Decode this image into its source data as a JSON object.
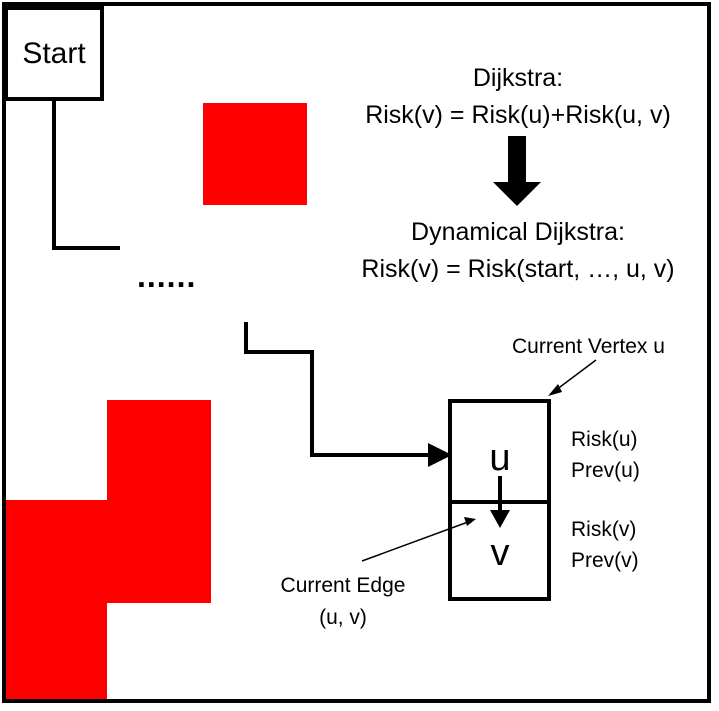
{
  "start_label": "Start",
  "ellipsis": "......",
  "dijkstra": {
    "title": "Dijkstra:",
    "formula": "Risk(v) = Risk(u)+Risk(u, v)"
  },
  "dynamical": {
    "title": "Dynamical Dijkstra:",
    "formula": "Risk(v) = Risk(start, …, u, v)"
  },
  "current_vertex_label": "Current Vertex u",
  "current_edge_label_1": "Current Edge",
  "current_edge_label_2": "(u, v)",
  "node_u": {
    "letter": "u",
    "risk": "Risk(u)",
    "prev": "Prev(u)"
  },
  "node_v": {
    "letter": "v",
    "risk": "Risk(v)",
    "prev": "Prev(v)"
  },
  "colors": {
    "obstacle": "#ff0000",
    "line": "#000000",
    "background": "#ffffff"
  },
  "icons": [
    "down-arrow-icon",
    "arrow-right-icon",
    "edge-arrow-icon",
    "pointer-arrow-icon"
  ]
}
